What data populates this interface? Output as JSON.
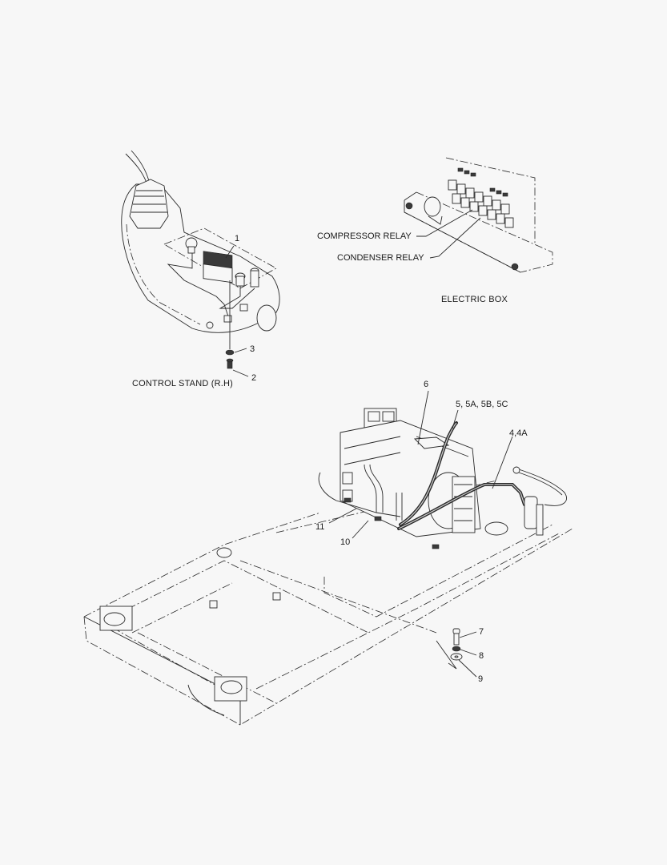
{
  "diagram": {
    "background": "#f7f7f7",
    "line_color": "#2a2a2a",
    "sections": {
      "control_stand": {
        "title": "CONTROL STAND (R.H)"
      },
      "electric_box": {
        "title": "ELECTRIC BOX"
      }
    },
    "callouts": {
      "compressor_relay": "COMPRESSOR RELAY",
      "condenser_relay": "CONDENSER RELAY",
      "item_1": "1",
      "item_2": "2",
      "item_3": "3",
      "item_4": "4,4A",
      "item_5": "5, 5A, 5B, 5C",
      "item_6": "6",
      "item_7": "7",
      "item_8": "8",
      "item_9": "9",
      "item_10": "10",
      "item_11": "11"
    }
  }
}
